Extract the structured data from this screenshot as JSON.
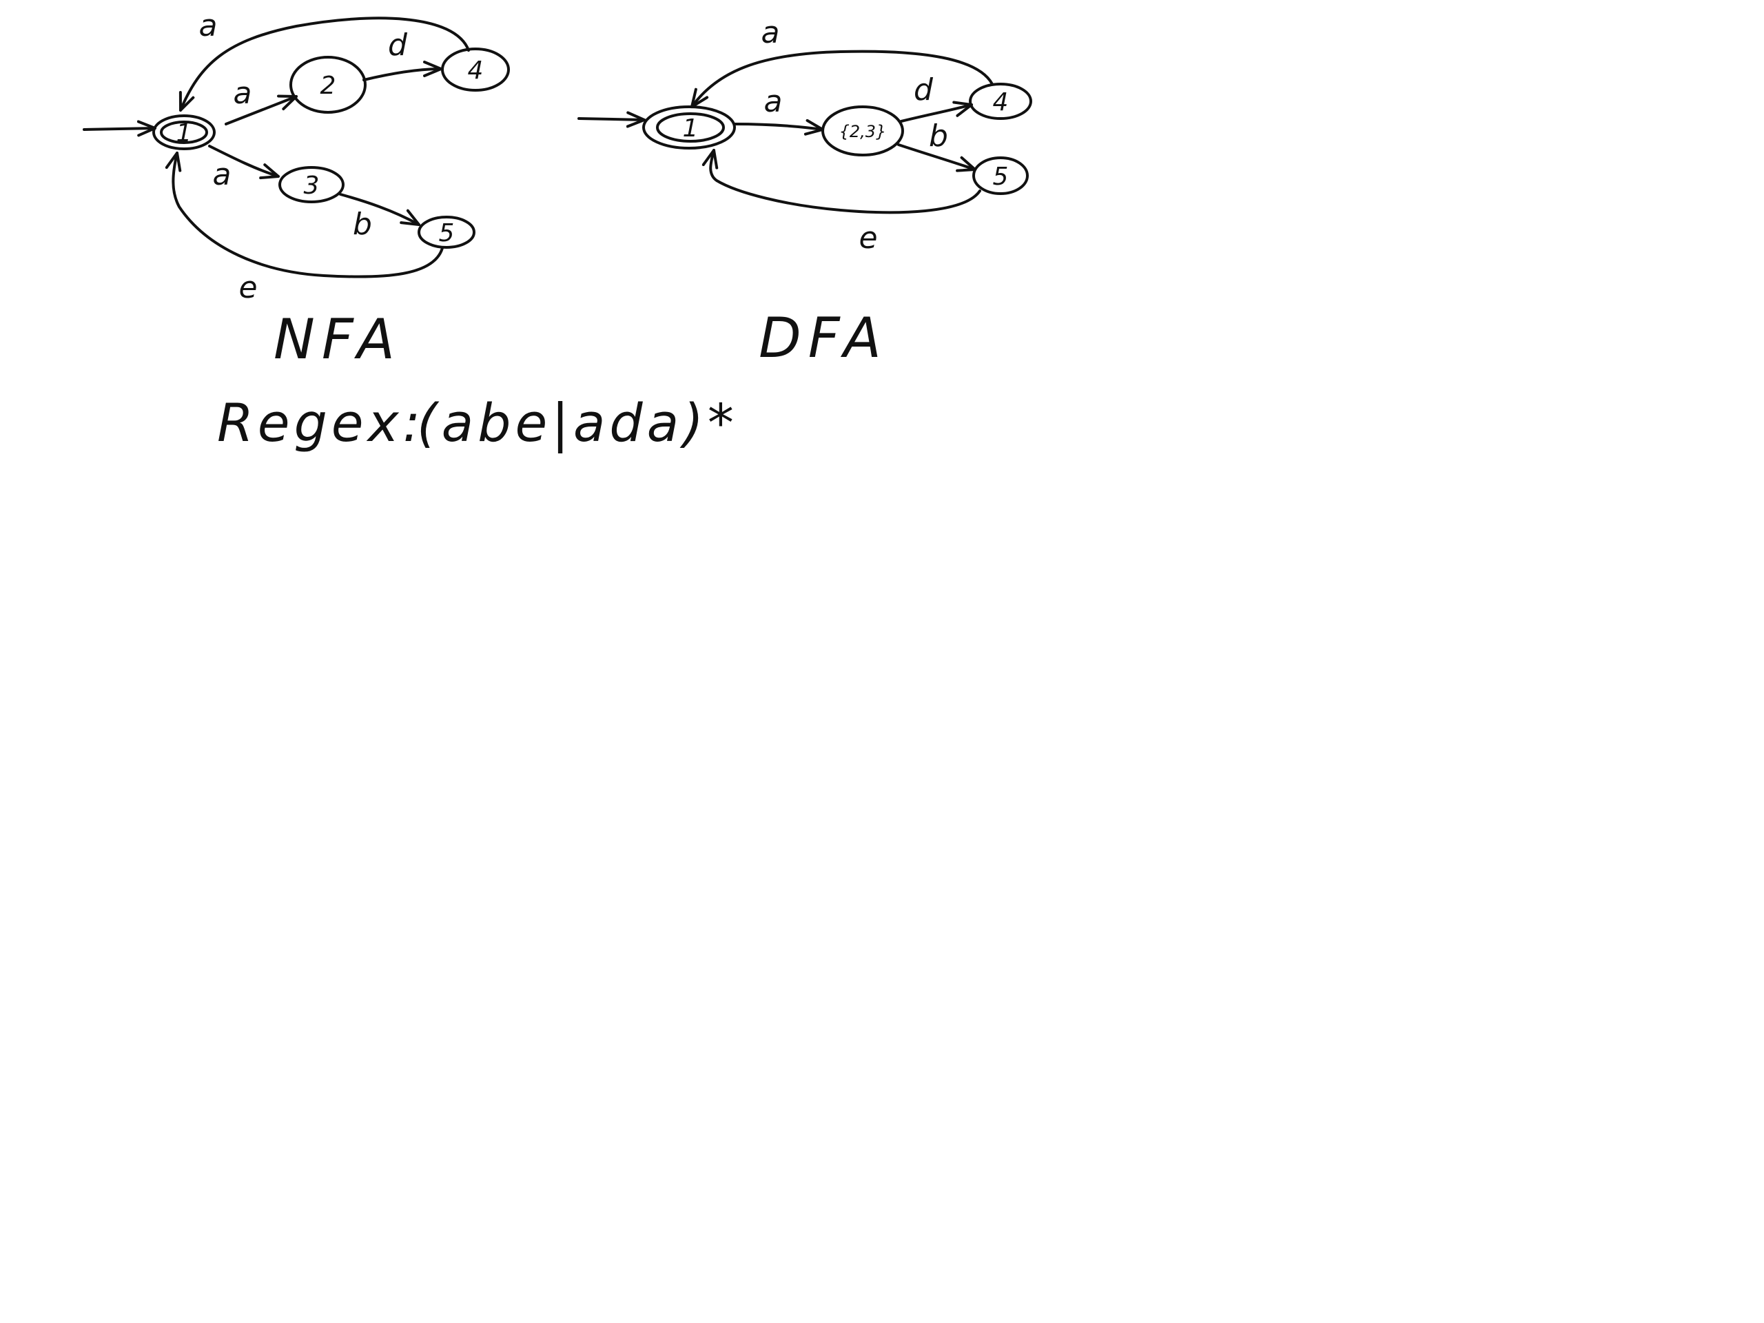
{
  "nfa": {
    "caption": "NFA",
    "states": {
      "s1": "1",
      "s2": "2",
      "s3": "3",
      "s4": "4",
      "s5": "5"
    },
    "edges": {
      "e1_2": "a",
      "e2_4": "d",
      "e4_1": "a",
      "e1_3": "a",
      "e3_5": "b",
      "e5_1": "e"
    },
    "accepting": [
      "1"
    ],
    "start": "1"
  },
  "dfa": {
    "caption": "DFA",
    "states": {
      "s1": "1",
      "s23": "{2,3}",
      "s4": "4",
      "s5": "5"
    },
    "edges": {
      "e1_23": "a",
      "e23_4": "d",
      "e23_5": "b",
      "e4_1": "a",
      "e5_1": "e"
    },
    "accepting": [
      "1"
    ],
    "start": "1"
  },
  "regex": {
    "label": "Regex:",
    "expression": "(abe|ada)*"
  },
  "colors": {
    "ink": "#111111",
    "background": "#ffffff"
  }
}
